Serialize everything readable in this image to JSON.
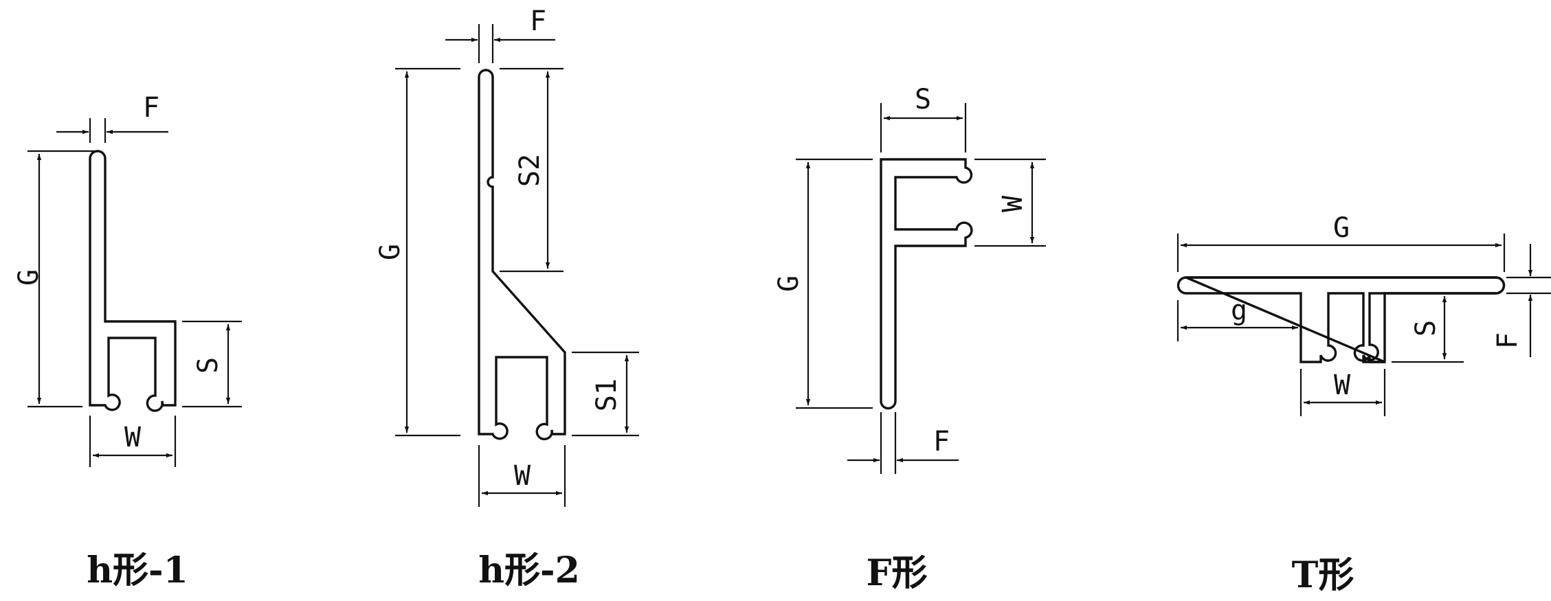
{
  "profiles": [
    {
      "caption": "h形-1",
      "labels": {
        "g": "G",
        "f": "F",
        "s": "S",
        "w": "W"
      }
    },
    {
      "caption": "h形-2",
      "labels": {
        "g": "G",
        "f": "F",
        "s2": "S2",
        "s1": "S1",
        "w": "W"
      }
    },
    {
      "caption": "F形",
      "labels": {
        "g": "G",
        "f": "F",
        "s": "S",
        "w": "W"
      }
    },
    {
      "caption": "T形",
      "labels": {
        "g": "G",
        "g_small": "g",
        "s": "S",
        "f": "F",
        "w": "W"
      }
    }
  ]
}
